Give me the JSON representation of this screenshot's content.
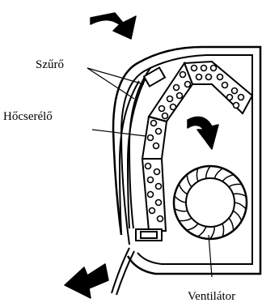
{
  "labels": {
    "filter": "Szűrő",
    "heat_exchanger": "Hőcserélő",
    "fan": "Ventilátor"
  },
  "colors": {
    "stroke": "#000000",
    "background": "#ffffff"
  }
}
